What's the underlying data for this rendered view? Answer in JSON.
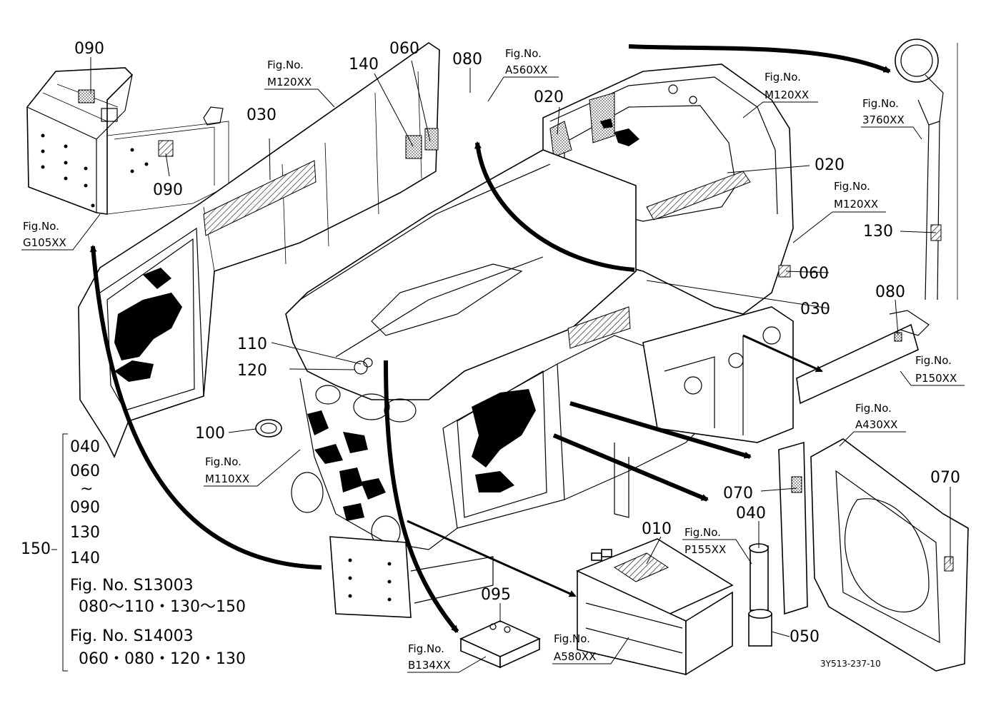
{
  "callouts": {
    "c090a": "090",
    "c090b": "090",
    "c140": "140",
    "c060a": "060",
    "c080a": "080",
    "c030a": "030",
    "c020a": "020",
    "c020b": "020",
    "c130": "130",
    "c060b": "060",
    "c030b": "030",
    "c080b": "080",
    "c110": "110",
    "c120": "120",
    "c100": "100",
    "c070a": "070",
    "c040": "040",
    "c070b": "070",
    "c010": "010",
    "c095": "095",
    "c050": "050"
  },
  "figure_refs": {
    "g105_label": "Fig.No.",
    "g105_code": "G105XX",
    "m120a_label": "Fig.No.",
    "m120a_code": "M120XX",
    "a560_label": "Fig.No.",
    "a560_code": "A560XX",
    "m120b_label": "Fig.No.",
    "m120b_code": "M120XX",
    "s3760_label": "Fig.No.",
    "s3760_code": "3760XX",
    "m120c_label": "Fig.No.",
    "m120c_code": "M120XX",
    "p150_label": "Fig.No.",
    "p150_code": "P150XX",
    "a430_label": "Fig.No.",
    "a430_code": "A430XX",
    "m110_label": "Fig.No.",
    "m110_code": "M110XX",
    "p155_label": "Fig.No.",
    "p155_code": "P155XX",
    "a580_label": "Fig.No.",
    "a580_code": "A580XX",
    "b134_label": "Fig.No.",
    "b134_code": "B134XX"
  },
  "kit_list": {
    "kit_number": "150",
    "lines": [
      "040",
      "060",
      "~",
      "090",
      "130",
      "140"
    ],
    "s13003_ref": "Fig. No. S13003",
    "s13003_parts": "080～110・130～150",
    "s14003_ref": "Fig. No. S14003",
    "s14003_parts": "060・080・120・130"
  },
  "drawing_code": "3Y513-237-10"
}
